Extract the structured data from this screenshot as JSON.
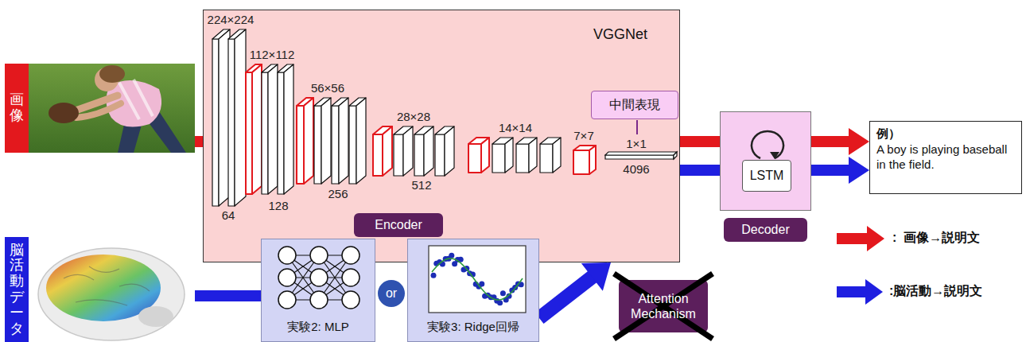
{
  "diagram": {
    "nodes": [
      {
        "text": [
          "画像"
        ]
      },
      {
        "text": [
          "VGGNet"
        ]
      },
      {
        "text": [
          "中間表現"
        ],
        "in": 1
      },
      {
        "text": [
          "Decoder"
        ]
      },
      {
        "text": [
          "LSTM"
        ],
        "in": 3
      },
      {
        "text": [
          "例）",
          "A boy is playing baseball in the field."
        ]
      },
      {
        "text": [
          "脳活動データ"
        ]
      },
      {
        "text": [
          "Encoder"
        ]
      },
      {
        "text": [
          "実験2: MLP"
        ]
      },
      {
        "text": [
          "or"
        ]
      },
      {
        "text": [
          "実験3: Ridge回帰"
        ]
      },
      {
        "text": [
          "Attention Mechanism"
        ]
      }
    ],
    "edges": [
      {
        "from": 0,
        "to": 1,
        "arrow": "none"
      },
      {
        "from": 1,
        "to": 3,
        "arrow": "none"
      },
      {
        "from": 1,
        "to": 3,
        "arrow": "none"
      },
      {
        "from": 3,
        "to": 5,
        "arrow": "to"
      },
      {
        "from": 3,
        "to": 5,
        "arrow": "to"
      },
      {
        "from": 6,
        "to": 8,
        "arrow": "none"
      },
      {
        "from": 10,
        "to": 1,
        "arrow": "to"
      }
    ],
    "labels": [
      "224×224",
      "112×112",
      "56×56",
      "28×28",
      "14×14",
      "7×7",
      "1×1",
      "64",
      "128",
      "256",
      "512",
      "4096"
    ],
    "legend": [
      {
        "text": ":  画像→説明文"
      },
      {
        "text": ":脳活動→説明文"
      }
    ]
  }
}
